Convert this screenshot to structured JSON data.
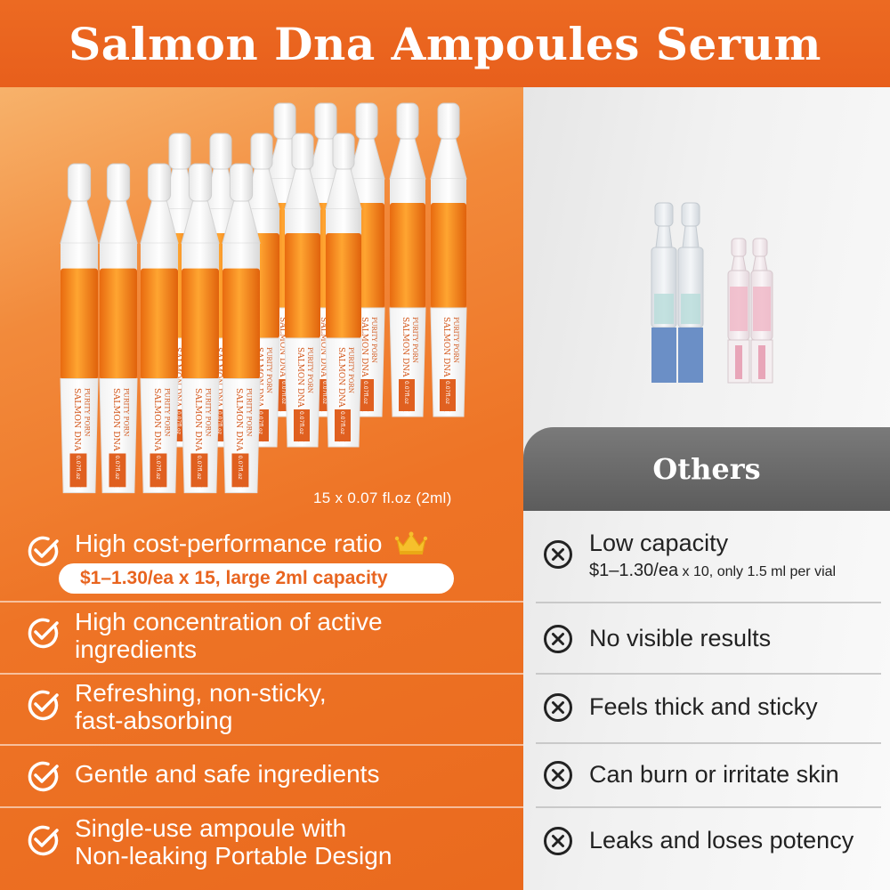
{
  "header": {
    "title": "Salmon Dna Ampoules Serum"
  },
  "product": {
    "capacity_note": "15 x 0.07 fl.oz (2ml)",
    "vial_label": "SALMON DNA SERUM",
    "vial_brand": "PURITY PORN",
    "vial_volume": "0.07fl.oz"
  },
  "features": [
    {
      "text": "High cost-performance ratio",
      "pill": "$1–1.30/ea x 15, large 2ml capacity"
    },
    {
      "text_line1": "High concentration of active",
      "text_line2": "ingredients"
    },
    {
      "text_line1": "Refreshing, non-sticky,",
      "text_line2": "fast-absorbing"
    },
    {
      "text": "Gentle and safe ingredients"
    },
    {
      "text_line1": "Single-use ampoule with",
      "text_line2": "Non-leaking Portable Design"
    }
  ],
  "others": {
    "tab_label": "Others",
    "items": [
      {
        "text": "Low capacity",
        "sub_price": "$1–1.30/ea",
        "sub_rest": " x 10, only 1.5 ml per vial"
      },
      {
        "text": "No visible results"
      },
      {
        "text": "Feels thick and sticky"
      },
      {
        "text": "Can burn or irritate skin"
      },
      {
        "text": "Leaks and loses potency"
      }
    ]
  },
  "colors": {
    "brand_orange": "#e8641f",
    "others_gray": "#666666",
    "others_blue": "#6b8fc6",
    "others_pink": "#e8a5b8"
  },
  "icons": {
    "feature_icon": "check-circle-icon",
    "crown": "crown-icon",
    "others_icon": "x-circle-icon"
  }
}
